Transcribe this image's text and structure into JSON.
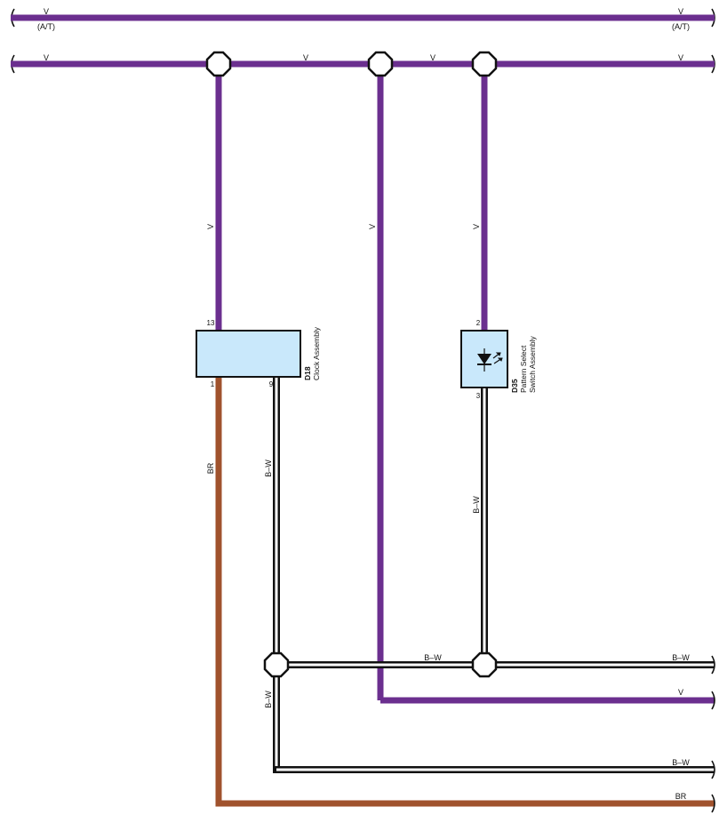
{
  "colors": {
    "violet": "#6b2f8f",
    "brown": "#a0522d",
    "black_white": "#111111",
    "component_fill": "#c9e8fb"
  },
  "wires": {
    "top_left": "V",
    "top_left_sub": "(A/T)",
    "top_right": "V",
    "top_right_sub": "(A/T)",
    "second_seg1": "V",
    "second_seg2": "V",
    "second_seg3": "V",
    "second_seg4": "V",
    "drop_clock": "V",
    "drop_middle": "V",
    "drop_switch": "V",
    "clock_pin1": "BR",
    "clock_pin9": "B–W",
    "switch_pin3": "B–W",
    "junction_row_mid": "B–W",
    "junction_row_right": "B–W",
    "violet_out_right": "V",
    "bw_left_down": "B–W",
    "bw_bottom_right": "B–W",
    "br_bottom_right": "BR"
  },
  "components": {
    "clock": {
      "id": "D18",
      "name": "Clock Assembly",
      "pin_top": "13",
      "pin_bottom_left": "1",
      "pin_bottom_right": "9"
    },
    "switch": {
      "id": "D35",
      "name_line1": "Pattern Select",
      "name_line2": "Switch Assembly",
      "pin_top": "2",
      "pin_bottom": "3",
      "icon": "led-icon"
    }
  }
}
